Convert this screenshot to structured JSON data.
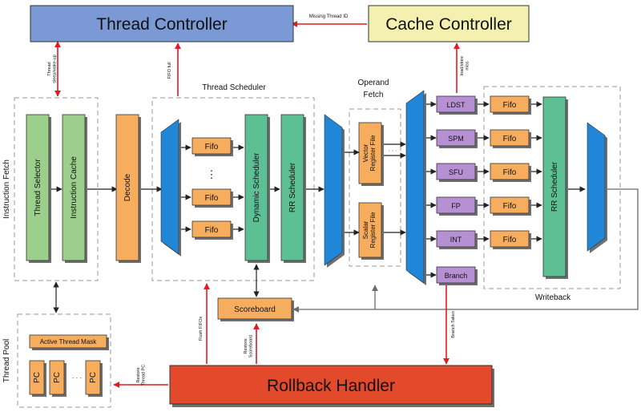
{
  "blocks": {
    "thread_controller": "Thread Controller",
    "cache_controller": "Cache Controller",
    "thread_selector": "Thread Selector",
    "instruction_cache": "Instruction Cache",
    "decode": "Decode",
    "fifo": "Fifo",
    "dynamic_scheduler": "Dynamic Scheduler",
    "rr_scheduler": "RR Scheduler",
    "vector_register_file_1": "Vector",
    "vector_register_file_2": "Register File",
    "scalar_register_file_1": "Scalar",
    "scalar_register_file_2": "Register File",
    "ldst": "LDST",
    "spm": "SPM",
    "sfu": "SFU",
    "fp": "FP",
    "int": "INT",
    "branch": "Branch",
    "scoreboard": "Scoreboard",
    "active_thread_mask": "Active Thread Mask",
    "pc": "PC",
    "rollback_handler": "Rollback Handler"
  },
  "groups": {
    "instruction_fetch": "Instruction Fetch",
    "thread_scheduler": "Thread Scheduler",
    "operand_fetch_1": "Operand",
    "operand_fetch_2": "Fetch",
    "writeback": "Writeback",
    "thread_pool": "Thread Pool"
  },
  "signals": {
    "missing_thread_id": "Missing Thread ID",
    "thread_sleep_1": "Thread",
    "thread_sleep_2": "sleep/wake-up",
    "fifo_full": "FIFO full",
    "load_store_1": "load/store",
    "load_store_2": "miss",
    "branch_taken": "Branch Taken",
    "flush_fifos": "Flush FIFOs",
    "restore_scoreboard_1": "Restore",
    "restore_scoreboard_2": "Scoreboard",
    "restore_pc_1": "Restore",
    "restore_pc_2": "Thread PC"
  },
  "glyphs": {
    "vdots": "⋮",
    "hdots": "· · ·"
  },
  "colors": {
    "thread_controller": "#7b99d4",
    "cache_controller": "#f3f0b0",
    "green": "#9ccf8c",
    "orange": "#f7ad5e",
    "teal": "#5dbf94",
    "blue": "#1f86d8",
    "purple": "#b790d4",
    "red": "#e3492b",
    "arrow_red": "#e11b22"
  }
}
